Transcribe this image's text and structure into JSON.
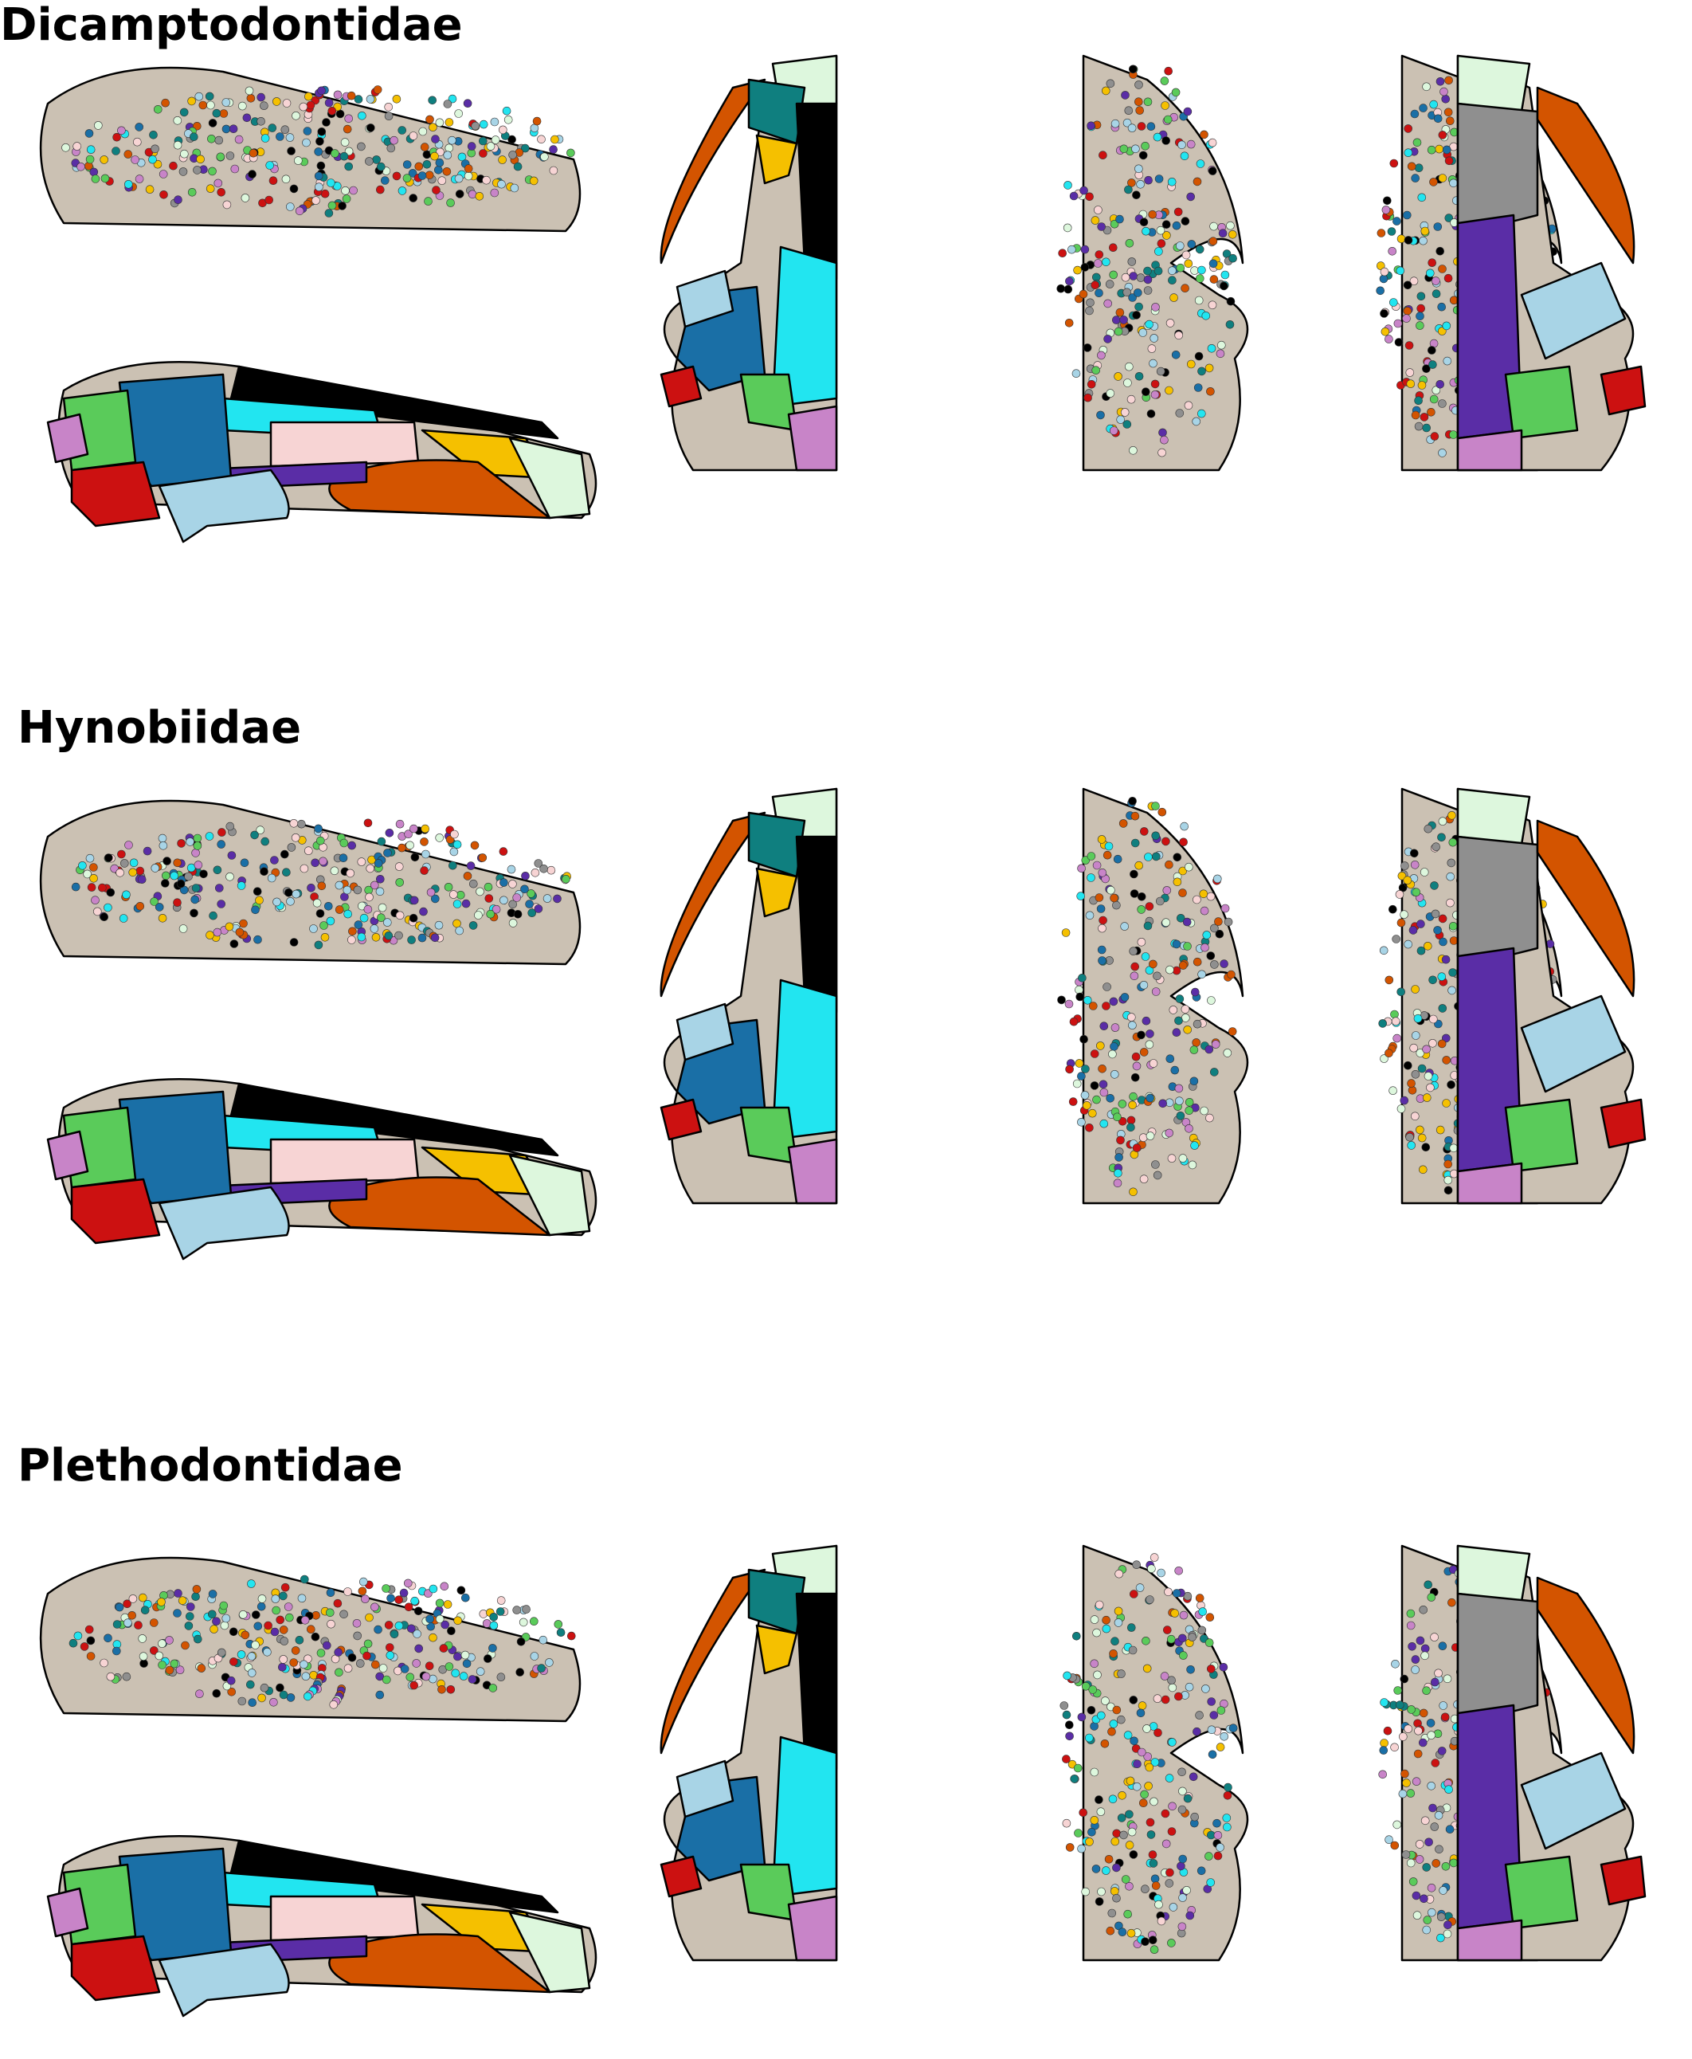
{
  "families": [
    {
      "name": "Dicamptodontidae"
    },
    {
      "name": "Hynobiidae"
    },
    {
      "name": "Plethodontidae"
    }
  ],
  "colors": {
    "bone": "#cbc1b3",
    "outline": "#000000",
    "premaxilla": "#ddf7dd",
    "maxilla": "#d35400",
    "nasal": "#0f7f7f",
    "prefrontal": "#f5c000",
    "frontal": "#000000",
    "parietal": "#22e5f0",
    "squamosal_blue": "#1a6fa6",
    "quadrate": "#cc1111",
    "occipital_green": "#5acb5a",
    "otic_pink": "#c884c8",
    "parasphenoid": "#5a2da6",
    "vomer": "#8f8f8f",
    "pterygoid": "#a8d4e6",
    "orbit_pink": "#f7d4d4"
  }
}
